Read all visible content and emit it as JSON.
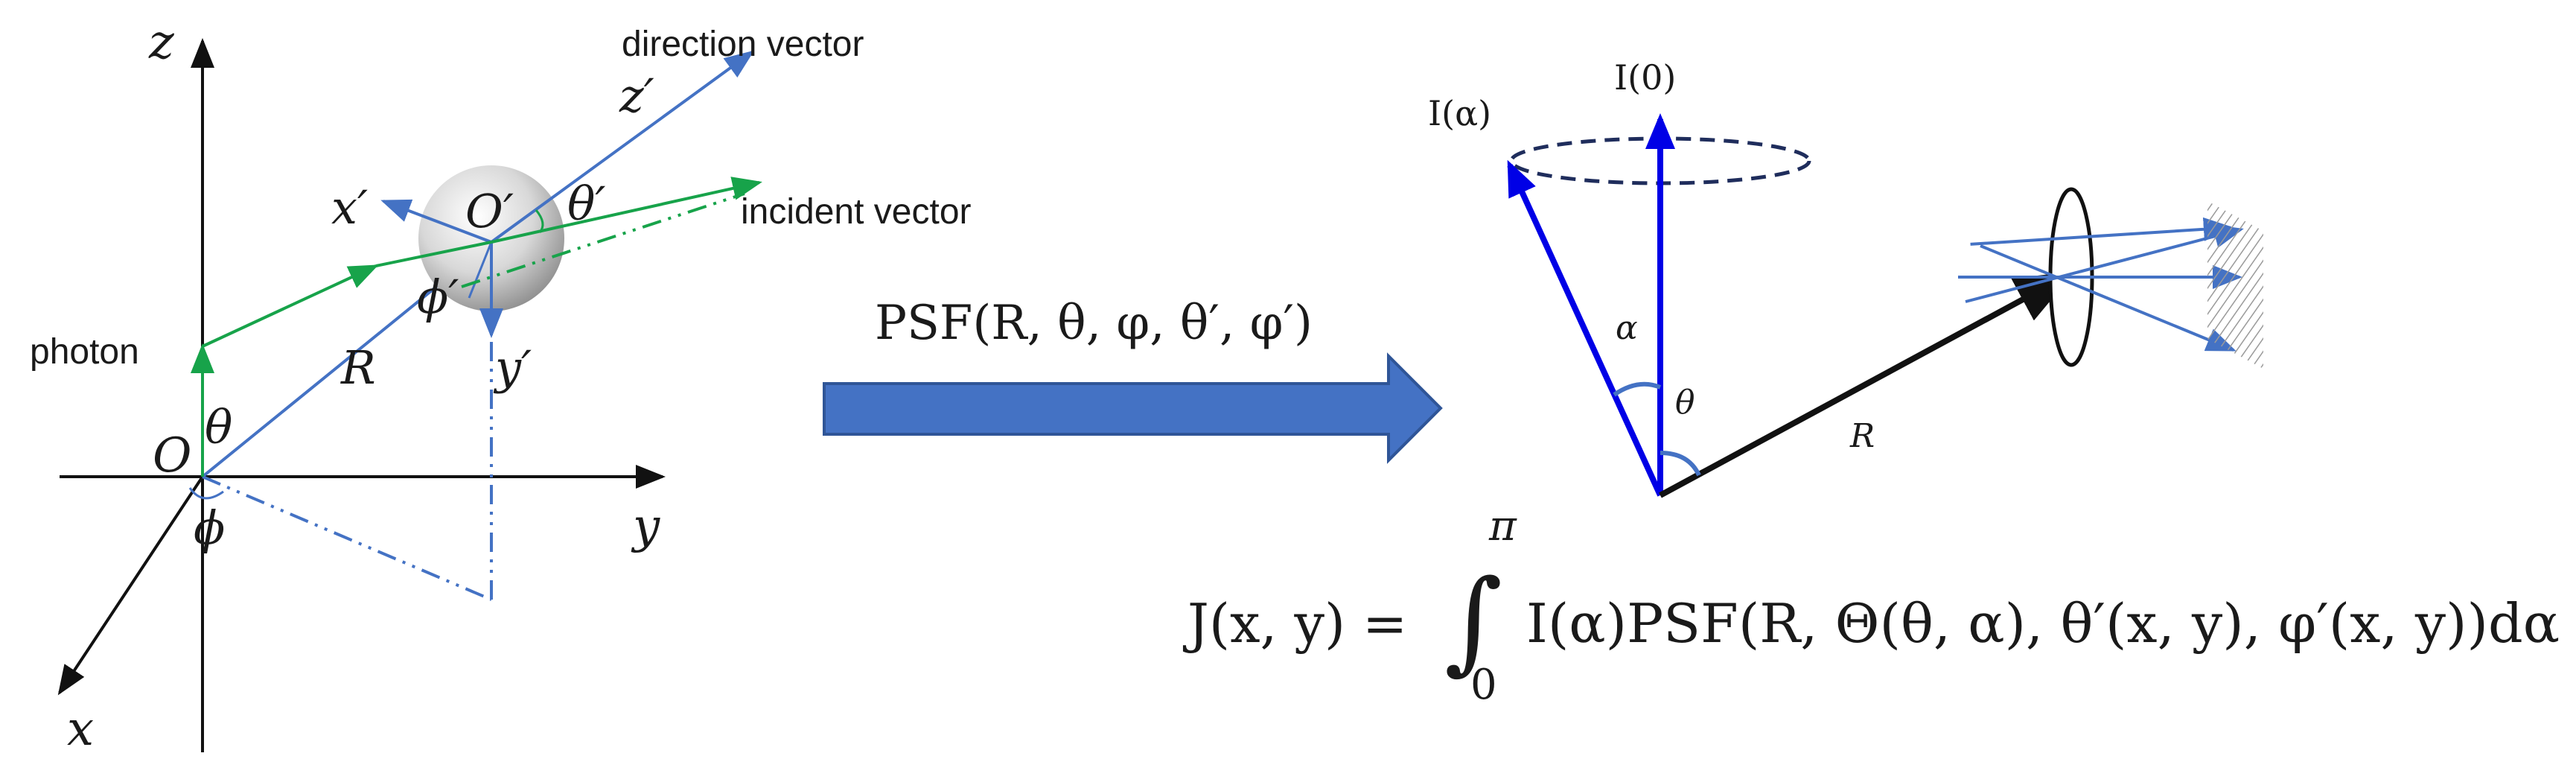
{
  "colors": {
    "blue": "#4472c4",
    "dark_blue": "#0000e6",
    "green": "#17a34a",
    "black": "#111111",
    "arrow_fill": "#4472c4",
    "arrow_stroke": "#2f5597",
    "screen_gray": "#9a9a9a"
  },
  "left_panel": {
    "axis_z": "z",
    "axis_y": "y",
    "axis_x": "x",
    "origin": "O",
    "angle_theta": "θ",
    "angle_phi": "ϕ",
    "radius": "R",
    "photon": "photon",
    "direction_vector": "direction vector",
    "incident_vector": "incident vector",
    "local_origin": "O′",
    "local_x": "x′",
    "local_y": "y′",
    "local_z": "z′",
    "local_theta": "θ′",
    "local_phi": "ϕ′",
    "icons": [
      "sphere-particle-icon"
    ]
  },
  "middle": {
    "psf_label": "PSF(R, θ, φ, θ′, φ′)"
  },
  "right_panel": {
    "intensity_zero": "I(0)",
    "intensity_alpha": "I(α)",
    "angle_alpha": "α",
    "angle_theta": "θ",
    "radius": "R",
    "icons": [
      "lens-icon",
      "detector-screen-icon"
    ]
  },
  "formula": {
    "lhs": "J(x, y) = ",
    "upper_limit": "π",
    "lower_limit": "0",
    "integrand": "I(α)PSF(R, Θ(θ, α), θ′(x, y), φ′(x, y))dα"
  }
}
